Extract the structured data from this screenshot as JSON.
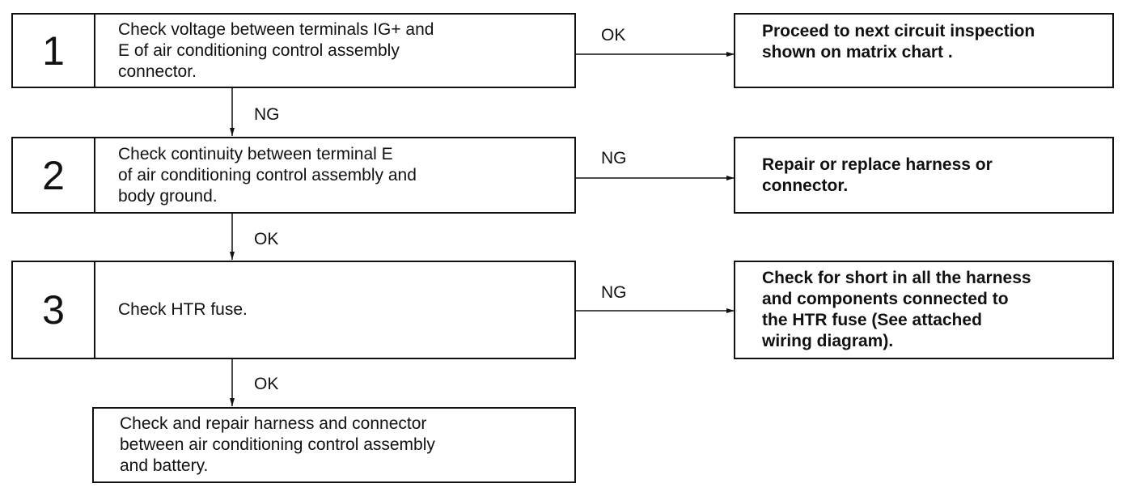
{
  "steps": [
    {
      "number": "1",
      "text": [
        "Check voltage between terminals IG+ and",
        "E of air conditioning control assembly",
        "connector."
      ]
    },
    {
      "number": "2",
      "text": [
        "Check continuity between terminal E",
        "of air conditioning control assembly and",
        "body ground."
      ]
    },
    {
      "number": "3",
      "text": [
        "Check HTR fuse."
      ]
    }
  ],
  "results": [
    {
      "text": [
        "Proceed to next circuit inspection",
        "shown on matrix chart ."
      ]
    },
    {
      "text": [
        "Repair or replace harness or",
        "connector."
      ]
    },
    {
      "text": [
        "Check for short in all the harness",
        "and components connected to",
        "the HTR fuse (See attached",
        "wiring diagram)."
      ]
    }
  ],
  "final_step": {
    "text": [
      "Check and repair harness and connector",
      "between air conditioning control assembly",
      "and battery."
    ]
  },
  "edge_labels": {
    "step1_right": "OK",
    "step1_down": "NG",
    "step2_right": "NG",
    "step2_down": "OK",
    "step3_right": "NG",
    "step3_down": "OK"
  }
}
